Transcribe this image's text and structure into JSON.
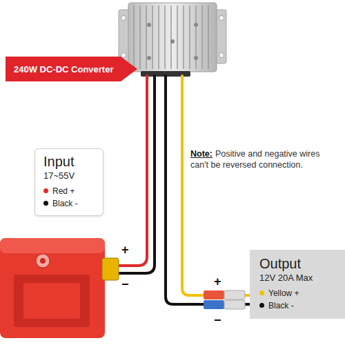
{
  "diagram": {
    "nodes": [
      {
        "text": [
          "240W DC-DC Converter"
        ]
      },
      {
        "text": [
          "Input",
          "17~55V",
          "Red +",
          "Black -"
        ]
      },
      {
        "text": [
          "Output",
          "12V 20A Max",
          "Yellow +",
          "Black -"
        ]
      }
    ],
    "labels": [
      "Note:",
      "Positive and negative wires can't be reversed connection.",
      "+",
      "−",
      "+",
      "−"
    ]
  }
}
